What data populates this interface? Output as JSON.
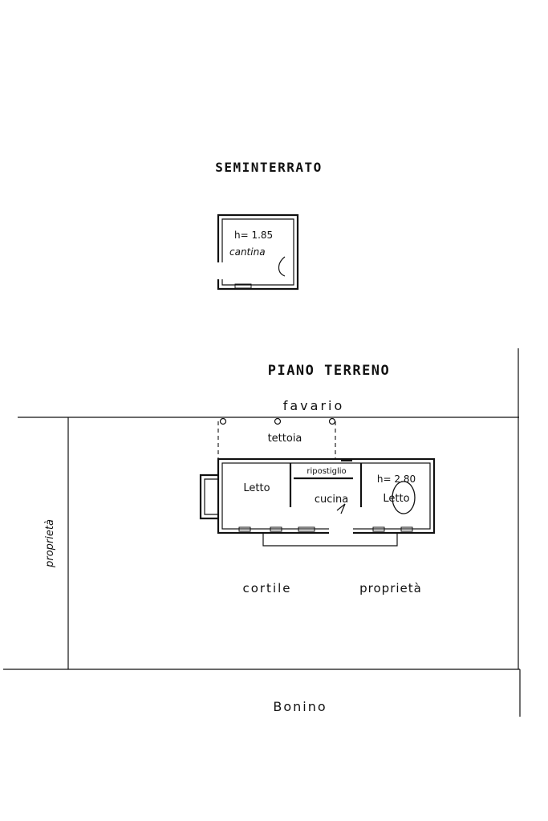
{
  "semi_title": "SEMINTERRATO",
  "cantina_height": "h= 1.85",
  "cantina_label": "cantina",
  "ground_title": "PIANO TERRENO",
  "north_neighbor": "favario",
  "teltoia_label": "tettoia",
  "ripostiglio_label": "ripostiglio",
  "letto_left_label": "Letto",
  "cucina_label": "cucina",
  "room_height": "h= 2.80",
  "letto_right_label": "Letto",
  "west_label": "proprietà",
  "cortile_label": "cortile",
  "east_label": "proprietà",
  "south_neighbor": "Bonino"
}
